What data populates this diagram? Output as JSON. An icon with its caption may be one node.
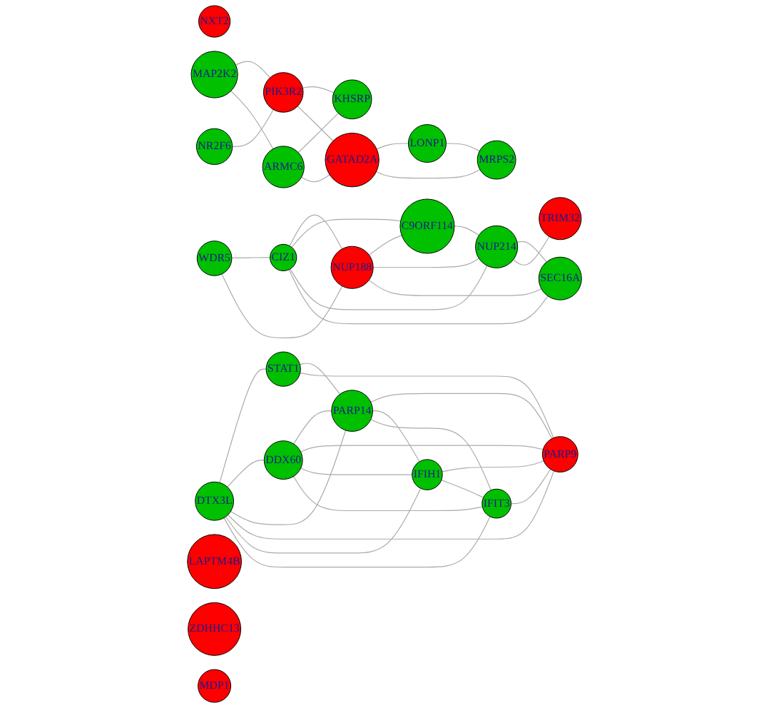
{
  "diagram": {
    "nodes": [
      {
        "text": [
          "NXT2"
        ]
      },
      {
        "text": [
          "MAP2K2"
        ]
      },
      {
        "text": [
          "NR2F6"
        ]
      },
      {
        "text": [
          "PIK3R2"
        ]
      },
      {
        "text": [
          "WDR5"
        ]
      },
      {
        "text": [
          "ARMC6"
        ]
      },
      {
        "text": [
          "LONP1"
        ]
      },
      {
        "text": [
          "GATAD2A"
        ]
      },
      {
        "text": [
          "CIZ1"
        ]
      },
      {
        "text": [
          "NUP188"
        ]
      },
      {
        "text": [
          "KHSRP"
        ]
      },
      {
        "text": [
          "MRPS2"
        ]
      },
      {
        "text": [
          "C9ORF114"
        ]
      },
      {
        "text": [
          "SEC16A"
        ]
      },
      {
        "text": [
          "NUP214"
        ]
      },
      {
        "text": [
          "DTX3L"
        ]
      },
      {
        "text": [
          "STAT1"
        ]
      },
      {
        "text": [
          "DDX60"
        ]
      },
      {
        "text": [
          "PARP14"
        ]
      },
      {
        "text": [
          "TRIM32"
        ]
      },
      {
        "text": [
          "LAPTM4B"
        ]
      },
      {
        "text": [
          "PARP9"
        ]
      },
      {
        "text": [
          "IFIH1"
        ]
      },
      {
        "text": [
          "IFIT3"
        ]
      },
      {
        "text": [
          "ZDHHC13"
        ]
      },
      {
        "text": [
          "MDP1"
        ]
      }
    ],
    "edges": [
      {
        "from": 1,
        "to": 3,
        "arrow": "none"
      },
      {
        "from": 1,
        "to": 5,
        "arrow": "none"
      },
      {
        "from": 2,
        "to": 3,
        "arrow": "none"
      },
      {
        "from": 3,
        "to": 10,
        "arrow": "none"
      },
      {
        "from": 3,
        "to": 7,
        "arrow": "none"
      },
      {
        "from": 5,
        "to": 10,
        "arrow": "none"
      },
      {
        "from": 5,
        "to": 7,
        "arrow": "none"
      },
      {
        "from": 7,
        "to": 6,
        "arrow": "none"
      },
      {
        "from": 7,
        "to": 11,
        "arrow": "none"
      },
      {
        "from": 6,
        "to": 11,
        "arrow": "none"
      },
      {
        "from": 4,
        "to": 8,
        "arrow": "none"
      },
      {
        "from": 4,
        "to": 9,
        "arrow": "none"
      },
      {
        "from": 8,
        "to": 9,
        "arrow": "none"
      },
      {
        "from": 8,
        "to": 12,
        "arrow": "none"
      },
      {
        "from": 8,
        "to": 14,
        "arrow": "none"
      },
      {
        "from": 8,
        "to": 13,
        "arrow": "none"
      },
      {
        "from": 9,
        "to": 12,
        "arrow": "none"
      },
      {
        "from": 9,
        "to": 14,
        "arrow": "none"
      },
      {
        "from": 9,
        "to": 13,
        "arrow": "none"
      },
      {
        "from": 12,
        "to": 14,
        "arrow": "none"
      },
      {
        "from": 14,
        "to": 13,
        "arrow": "none"
      },
      {
        "from": 14,
        "to": 19,
        "arrow": "none"
      },
      {
        "from": 15,
        "to": 16,
        "arrow": "none"
      },
      {
        "from": 15,
        "to": 17,
        "arrow": "none"
      },
      {
        "from": 15,
        "to": 18,
        "arrow": "none"
      },
      {
        "from": 15,
        "to": 21,
        "arrow": "none"
      },
      {
        "from": 15,
        "to": 22,
        "arrow": "none"
      },
      {
        "from": 15,
        "to": 23,
        "arrow": "none"
      },
      {
        "from": 17,
        "to": 18,
        "arrow": "none"
      },
      {
        "from": 17,
        "to": 21,
        "arrow": "none"
      },
      {
        "from": 17,
        "to": 22,
        "arrow": "none"
      },
      {
        "from": 17,
        "to": 23,
        "arrow": "none"
      },
      {
        "from": 18,
        "to": 21,
        "arrow": "none"
      },
      {
        "from": 18,
        "to": 22,
        "arrow": "none"
      },
      {
        "from": 18,
        "to": 23,
        "arrow": "none"
      },
      {
        "from": 16,
        "to": 18,
        "arrow": "none"
      },
      {
        "from": 16,
        "to": 21,
        "arrow": "none"
      },
      {
        "from": 22,
        "to": 21,
        "arrow": "none"
      },
      {
        "from": 22,
        "to": 23,
        "arrow": "none"
      },
      {
        "from": 23,
        "to": 21,
        "arrow": "none"
      }
    ]
  }
}
